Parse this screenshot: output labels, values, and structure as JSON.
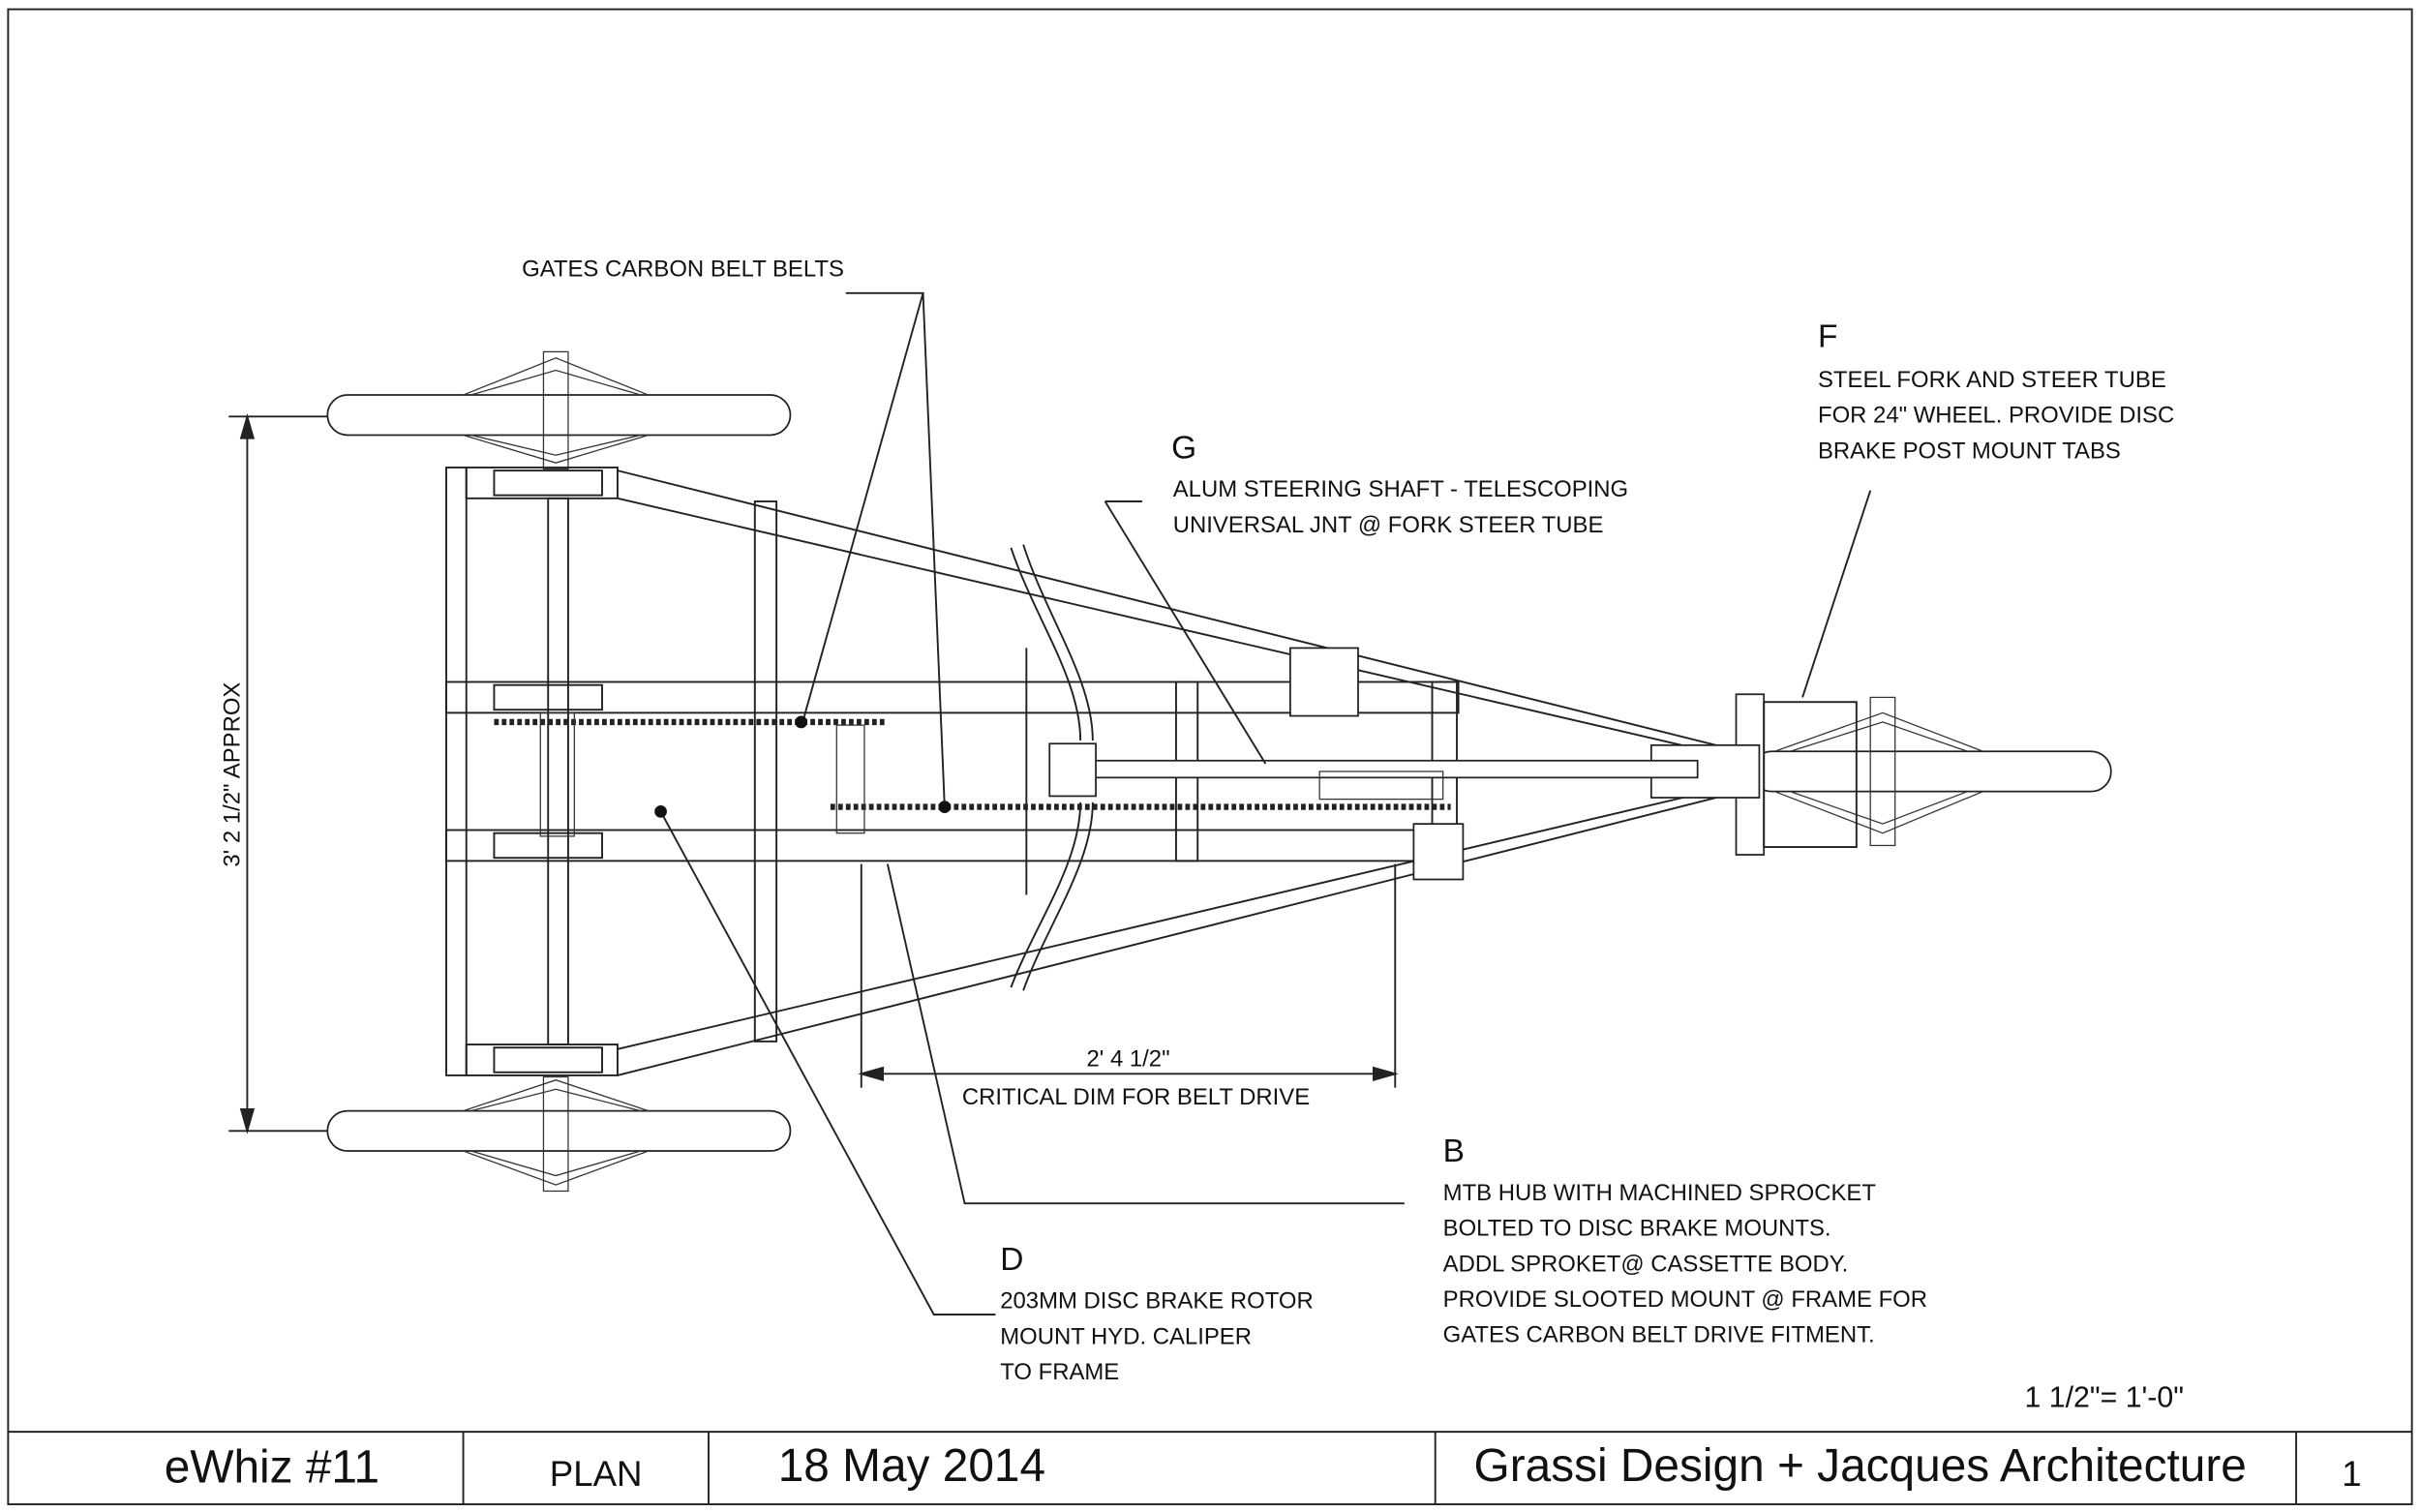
{
  "notes": {
    "gates": {
      "text": "GATES CARBON BELT BELTS"
    },
    "g": {
      "letter": "G",
      "lines": [
        "ALUM STEERING SHAFT - TELESCOPING",
        "UNIVERSAL JNT @ FORK STEER TUBE"
      ]
    },
    "f": {
      "letter": "F",
      "lines": [
        "STEEL FORK AND STEER TUBE",
        "FOR 24\" WHEEL.  PROVIDE DISC",
        "BRAKE POST MOUNT TABS"
      ]
    },
    "b": {
      "letter": "B",
      "lines": [
        "MTB HUB WITH MACHINED SPROCKET",
        "BOLTED TO DISC BRAKE MOUNTS.",
        "ADDL SPROKET@ CASSETTE BODY.",
        "PROVIDE SLOOTED MOUNT @ FRAME FOR",
        "GATES CARBON BELT DRIVE FITMENT."
      ]
    },
    "d": {
      "letter": "D",
      "lines": [
        "203MM DISC BRAKE ROTOR",
        "MOUNT HYD. CALIPER",
        "TO FRAME"
      ]
    }
  },
  "dimensions": {
    "width": "3' 2 1/2\" APPROX",
    "belt": "2' 4 1/2\"",
    "belt_note": "CRITICAL DIM FOR BELT DRIVE"
  },
  "scale": "1 1/2\"= 1'-0\"",
  "title_block": {
    "project": "eWhiz #11",
    "view": "PLAN",
    "date": "18 May 2014",
    "firm": "Grassi Design + Jacques Architecture",
    "sheet": "1"
  }
}
